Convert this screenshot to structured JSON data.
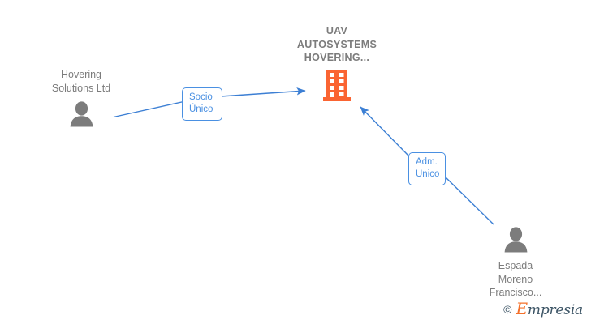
{
  "diagram": {
    "type": "corporate-relationship-graph",
    "background_color": "#ffffff",
    "company": {
      "name": "UAV\nAUTOSYSTEMS\nHOVERING...",
      "icon": "building-icon",
      "icon_color": "#fa6432",
      "label_color": "#7c7c7c"
    },
    "people": [
      {
        "id": "hovering-solutions",
        "name": "Hovering\nSolutions Ltd",
        "icon": "person-icon",
        "icon_color": "#7c7c7c"
      },
      {
        "id": "espada-moreno-francisco",
        "name": "Espada\nMoreno\nFrancisco...",
        "icon": "person-icon",
        "icon_color": "#7c7c7c"
      }
    ],
    "relations": [
      {
        "id": "socio-unico",
        "label": "Socio\nÚnico",
        "from": "hovering-solutions",
        "to": "company",
        "color": "#4a90e2"
      },
      {
        "id": "adm-unico",
        "label": "Adm.\nUnico",
        "from": "espada-moreno-francisco",
        "to": "company",
        "color": "#4a90e2"
      }
    ],
    "edge_color": "#4a90e2"
  },
  "watermark": {
    "copyright": "©",
    "brand_initial": "E",
    "brand_rest": "mpresia",
    "accent_color": "#f4702a",
    "text_color": "#3d5566"
  }
}
